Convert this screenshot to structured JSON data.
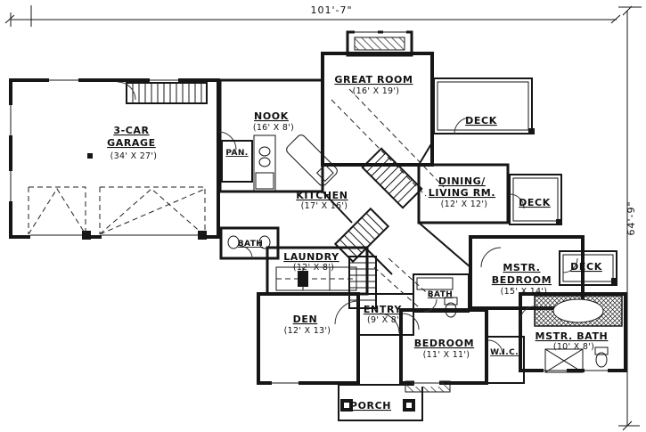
{
  "drawing": {
    "type": "architectural floor plan",
    "line_color": "#161616",
    "paper_color": "#ffffff",
    "top_dimension": "101'-7\"",
    "right_dimension": "64'-9\""
  },
  "rooms": {
    "garage": {
      "line1": "3-CAR",
      "line2": "GARAGE",
      "size": "(34' X 27')"
    },
    "nook": {
      "line1": "NOOK",
      "size": "(16' X 8')"
    },
    "pantry": {
      "line1": "PAN."
    },
    "great_room": {
      "line1": "GREAT ROOM",
      "size": "(16' X 19')"
    },
    "deck_top": {
      "line1": "DECK"
    },
    "kitchen": {
      "line1": "KITCHEN",
      "size": "(17' X 16')"
    },
    "dining": {
      "line1": "DINING/",
      "line2": "LIVING RM.",
      "size": "(12' X 12')"
    },
    "deck_right": {
      "line1": "DECK"
    },
    "bath_garage": {
      "line1": "BATH"
    },
    "laundry": {
      "line1": "LAUNDRY",
      "size": "(12' X 8')"
    },
    "mstr_bedroom": {
      "line1": "MSTR.",
      "line2": "BEDROOM",
      "size": "(15' X 14')"
    },
    "deck_lower": {
      "line1": "DECK"
    },
    "den": {
      "line1": "DEN",
      "size": "(12' X 13')"
    },
    "entry": {
      "line1": "ENTRY",
      "size": "(9' X 8')"
    },
    "bath_entry": {
      "line1": "BATH"
    },
    "bedroom": {
      "line1": "BEDROOM",
      "size": "(11' X 11')"
    },
    "wic": {
      "line1": "W.I.C."
    },
    "mstr_bath": {
      "line1": "MSTR. BATH",
      "size": "(10' X 8')"
    },
    "porch": {
      "line1": "PORCH"
    }
  }
}
